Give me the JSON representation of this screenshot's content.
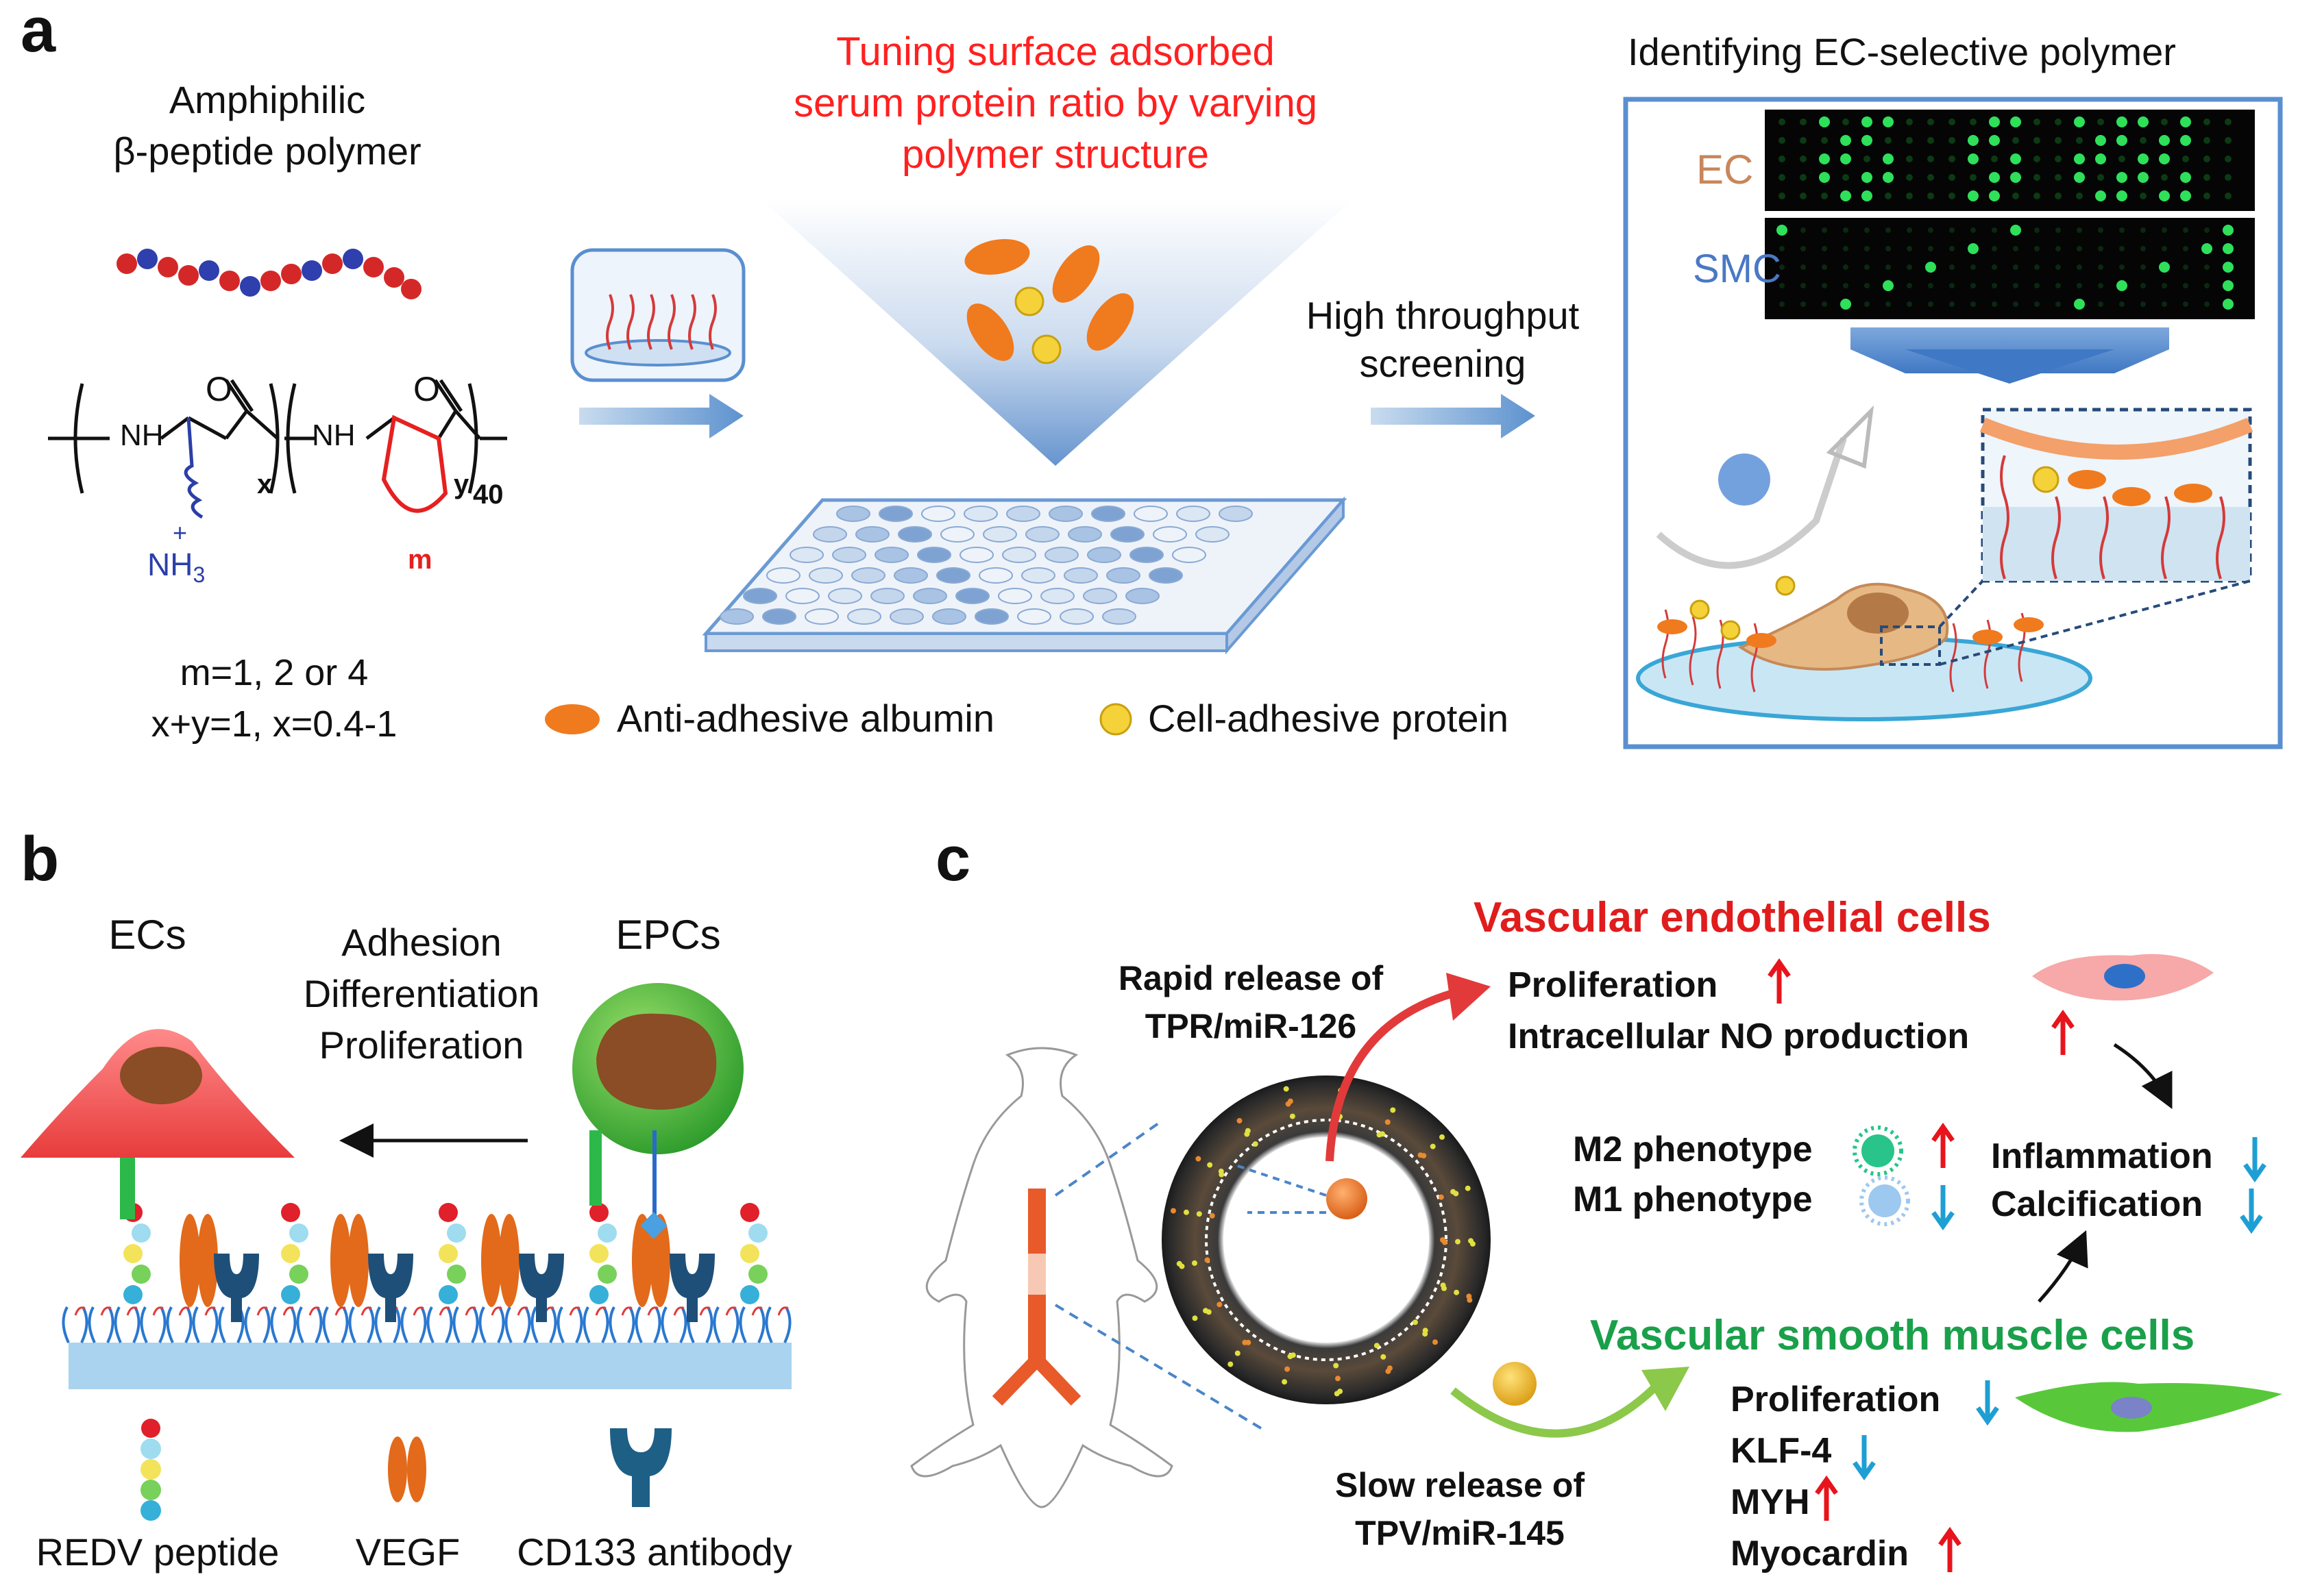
{
  "panel_a": {
    "label": "a",
    "polymer_title_line1": "Amphiphilic",
    "polymer_title_line2": "β-peptide polymer",
    "chem_nh1": "NH",
    "chem_nh2": "NH",
    "chem_o1": "O",
    "chem_o2": "O",
    "chem_x": "x",
    "chem_y": "y",
    "chem_40": "40",
    "chem_plus": "+",
    "chem_nh3": "NH",
    "chem_nh3_sub": "3",
    "chem_m": "m",
    "params_line1": "m=1, 2 or 4",
    "params_line2": "x+y=1, x=0.4-1",
    "tuning_line1": "Tuning surface adsorbed",
    "tuning_line2": "serum protein ratio by varying",
    "tuning_line3": "polymer structure",
    "legend_albumin": "Anti-adhesive albumin",
    "legend_protein": "Cell-adhesive protein",
    "screening_line1": "High throughput",
    "screening_line2": "screening",
    "identifying_title": "Identifying EC-selective polymer",
    "ec_label": "EC",
    "smc_label": "SMC"
  },
  "panel_b": {
    "label": "b",
    "ecs": "ECs",
    "epcs": "EPCs",
    "process_line1": "Adhesion",
    "process_line2": "Differentiation",
    "process_line3": "Proliferation",
    "legend_redv": "REDV peptide",
    "legend_vegf": "VEGF",
    "legend_cd133": "CD133 antibody"
  },
  "panel_c": {
    "label": "c",
    "rapid_line1": "Rapid release of",
    "rapid_line2": "TPR/miR-126",
    "slow_line1": "Slow release of",
    "slow_line2": "TPV/miR-145",
    "vec_title": "Vascular endothelial cells",
    "vec_item1": "Proliferation",
    "vec_item2": "Intracellular  NO production",
    "m2": "M2 phenotype",
    "m1": "M1 phenotype",
    "inflammation": "Inflammation",
    "calcification": "Calcification",
    "vsmc_title": "Vascular smooth muscle cells",
    "vsmc_item1": "Proliferation",
    "vsmc_item2": "KLF-4",
    "vsmc_item3": "MYH",
    "vsmc_item4": "Myocardin"
  },
  "colors": {
    "red_text": "#ff2020",
    "green_text": "#1aa04a",
    "dark_red": "#e01c1c",
    "blue_chem": "#2b3fa8",
    "up_arrow": "#e8141c",
    "down_arrow": "#1e9fd4"
  }
}
